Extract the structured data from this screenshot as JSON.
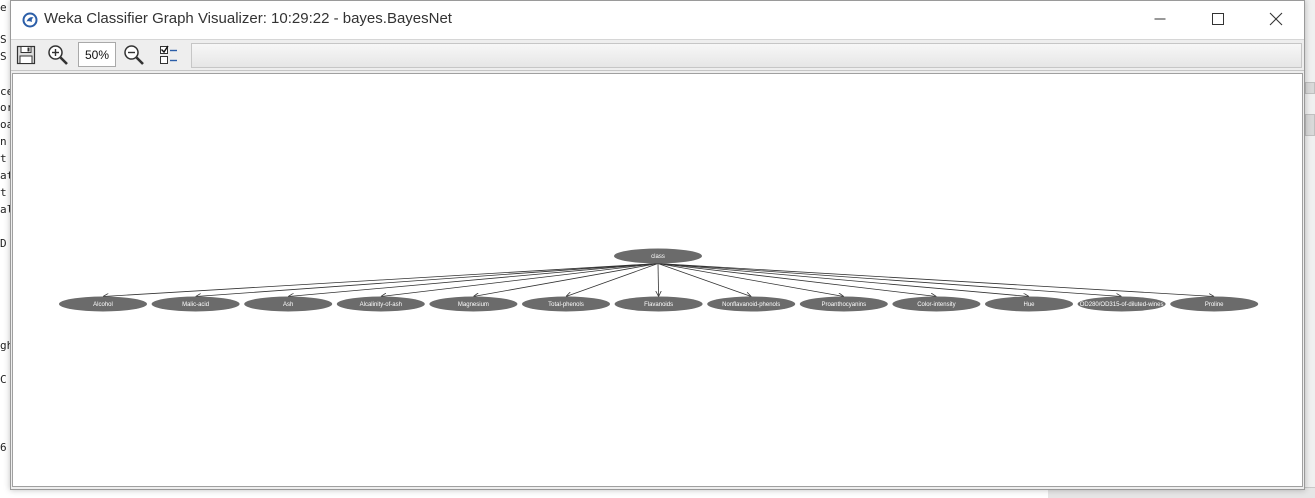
{
  "window": {
    "title": "Weka Classifier Graph Visualizer: 10:29:22 - bayes.BayesNet"
  },
  "toolbar": {
    "zoom_value": "50%"
  },
  "icons": {
    "app": "weka-bird-icon",
    "save": "save-icon",
    "zoom_in": "zoom-in-icon",
    "zoom_out": "zoom-out-icon",
    "options": "checklist-icon",
    "minimize": "minimize-icon",
    "maximize": "maximize-icon",
    "close": "close-icon"
  },
  "colors": {
    "node_fill": "#6b6b6b",
    "node_text": "#ffffff",
    "edge": "#333333"
  },
  "graph": {
    "root": "class",
    "children": [
      "Alcohol",
      "Malic-acid",
      "Ash",
      "Alcalinity-of-ash",
      "Magnesium",
      "Total-phenols",
      "Flavanoids",
      "Nonflavanoid-phenols",
      "Proanthocyanins",
      "Color-intensity",
      "Hue",
      "OD280/OD315-of-diluted-wines",
      "Proline"
    ]
  },
  "background_app": {
    "fragments": [
      "e",
      "S",
      "S",
      "ce",
      "or",
      "oa",
      "n",
      "t",
      "at",
      "t",
      "al",
      "D",
      "gh",
      "C",
      "6"
    ]
  }
}
